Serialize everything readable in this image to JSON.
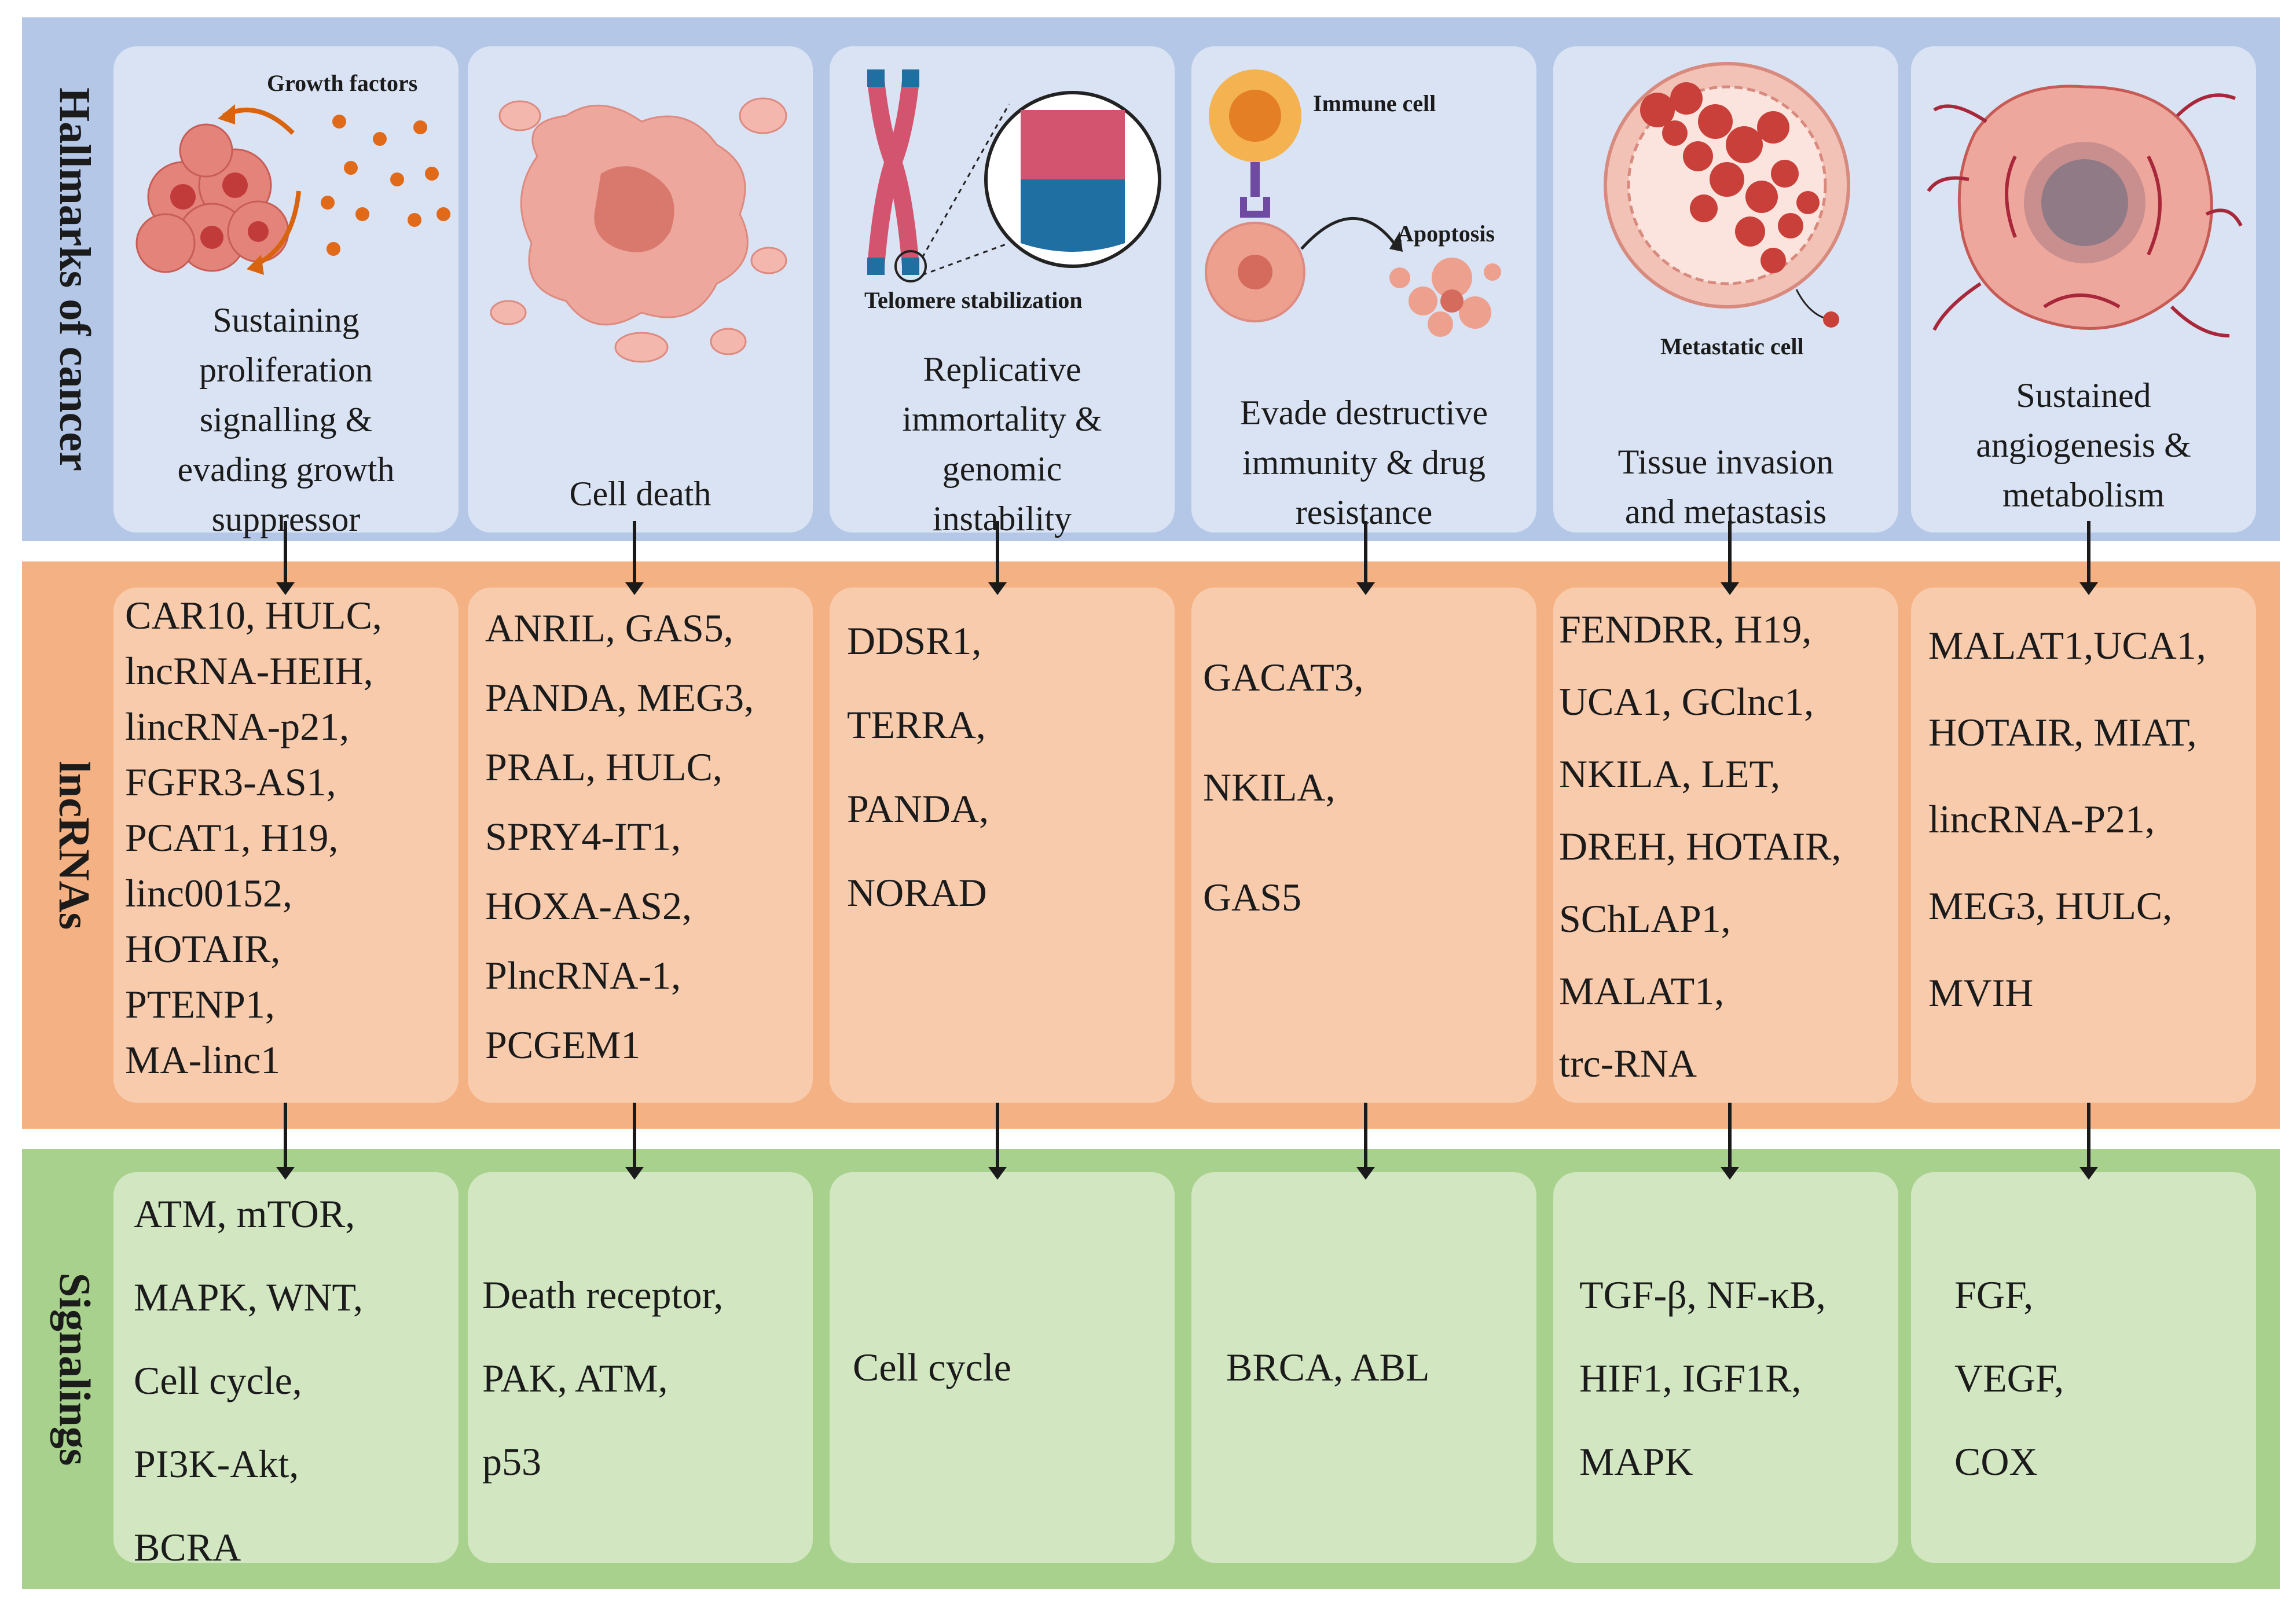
{
  "bands": {
    "hallmarks": "Hallmarks of cancer",
    "lncrnas": "lncRNAs",
    "signalings": "Signalings"
  },
  "hallmarks": [
    {
      "title": [
        "Sustaining",
        "proliferation",
        "signalling &",
        "evading growth",
        "suppressor"
      ],
      "figure_label": "Growth factors"
    },
    {
      "title": [
        "Cell death"
      ]
    },
    {
      "title": [
        "Replicative",
        "immortality &",
        "genomic",
        "instability"
      ],
      "figure_label": "Telomere stabilization"
    },
    {
      "title": [
        "Evade destructive",
        "immunity & drug",
        "resistance"
      ],
      "figure_label": "Immune cell",
      "figure_label_2": "Apoptosis"
    },
    {
      "title": [
        "Tissue invasion",
        "and metastasis"
      ],
      "figure_label": "Metastatic cell"
    },
    {
      "title": [
        "Sustained",
        "angiogenesis &",
        "metabolism"
      ]
    }
  ],
  "lncrnas": [
    [
      "CAR10, HULC,",
      "lncRNA-HEIH,",
      "lincRNA-p21,",
      "FGFR3-AS1,",
      "PCAT1, H19,",
      "linc00152,",
      "HOTAIR,",
      "PTENP1,",
      "MA-linc1"
    ],
    [
      "ANRIL, GAS5,",
      "PANDA, MEG3,",
      "PRAL, HULC,",
      "SPRY4-IT1,",
      "HOXA-AS2,",
      "PlncRNA-1,",
      "PCGEM1"
    ],
    [
      "DDSR1,",
      "TERRA,",
      "PANDA,",
      "NORAD"
    ],
    [
      "GACAT3,",
      "NKILA,",
      "GAS5"
    ],
    [
      "FENDRR, H19,",
      "UCA1, GClnc1,",
      "NKILA, LET,",
      "DREH, HOTAIR,",
      "SChLAP1,",
      "MALAT1,",
      "trc-RNA"
    ],
    [
      "MALAT1,UCA1,",
      "HOTAIR, MIAT,",
      "lincRNA-P21,",
      "MEG3, HULC,",
      "MVIH"
    ]
  ],
  "signalings": [
    [
      "ATM, mTOR,",
      "MAPK, WNT,",
      "Cell cycle,",
      "PI3K-Akt,",
      "BCRA"
    ],
    [
      "Death receptor,",
      "PAK, ATM,",
      "p53"
    ],
    [
      "Cell cycle"
    ],
    [
      "BRCA, ABL"
    ],
    [
      "TGF-β, NF-κB,",
      "HIF1, IGF1R,",
      "MAPK"
    ],
    [
      "FGF,",
      "VEGF,",
      "COX"
    ]
  ],
  "colors": {
    "hallmarks_band": "#b4c7e7",
    "lncrnas_band": "#f4b183",
    "signalings_band": "#a9d18e",
    "arrow": "#1a1a1a"
  }
}
